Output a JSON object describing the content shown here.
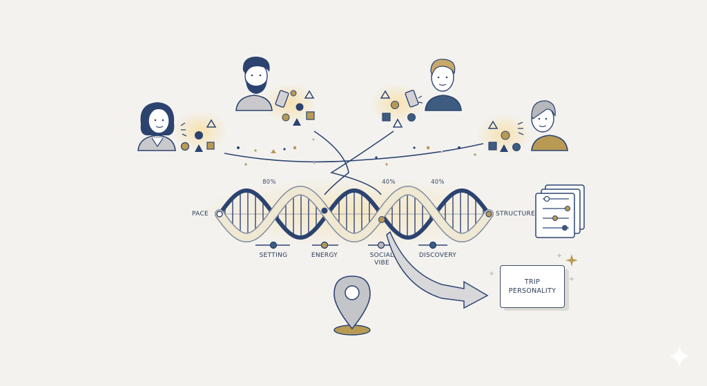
{
  "trait_labels": {
    "pace": "PACE",
    "structure": "STRUCTURE",
    "setting": "SETTING",
    "energy": "ENERGY",
    "social_line1": "SOCIAL",
    "social_line2": "VIBE",
    "discovery": "DISCOVERY"
  },
  "percentages": {
    "p1": "80%",
    "p2": "40%",
    "p3": "40%"
  },
  "result_card": {
    "line1": "TRIP",
    "line2": "PERSONALITY"
  },
  "colors": {
    "navy": "#2c4370",
    "gold": "#b89a55",
    "background": "#f3f2ef",
    "glow": "#f6e2b3"
  },
  "icons": [
    "person-icon",
    "phone-icon",
    "shape-icon",
    "location-pin-icon",
    "slider-panel-icon",
    "sparkle-icon",
    "arrow-icon",
    "dna-helix-icon"
  ]
}
